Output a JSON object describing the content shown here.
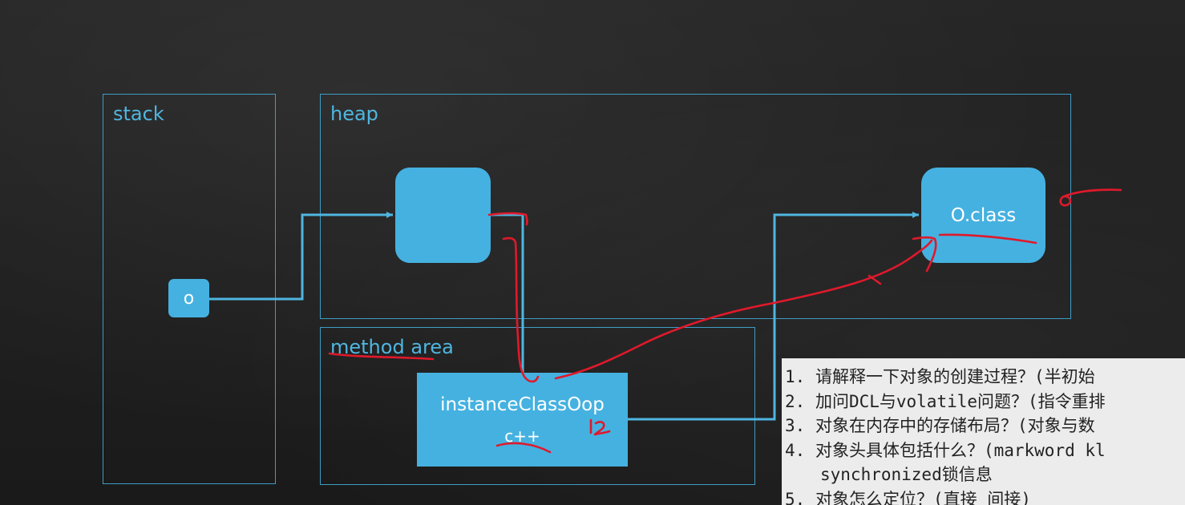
{
  "diagram": {
    "regions": {
      "stack": "stack",
      "heap": "heap",
      "method_area": "method area"
    },
    "nodes": {
      "stack_ref": "o",
      "heap_object": "",
      "class_object": "O.class",
      "instance_class_oop": "instanceClassOop",
      "cpp_note": "c++"
    }
  },
  "questions": [
    {
      "number": "1.",
      "text": "请解释一下对象的创建过程？(半初始"
    },
    {
      "number": "2.",
      "text": "加问DCL与volatile问题？(指令重排"
    },
    {
      "number": "3.",
      "text": "对象在内存中的存储布局？(对象与数"
    },
    {
      "number": "4.",
      "text": "对象头具体包括什么？(markword kl"
    },
    {
      "number": "",
      "text": "synchronized锁信息"
    },
    {
      "number": "5.",
      "text": "对象怎么定位？(直接 间接)"
    }
  ],
  "colors": {
    "background": "#1c1c1c",
    "outline": "#3f9cc4",
    "box_fill": "#45b1e0",
    "annotation": "#e0192b",
    "panel": "#ececec"
  }
}
